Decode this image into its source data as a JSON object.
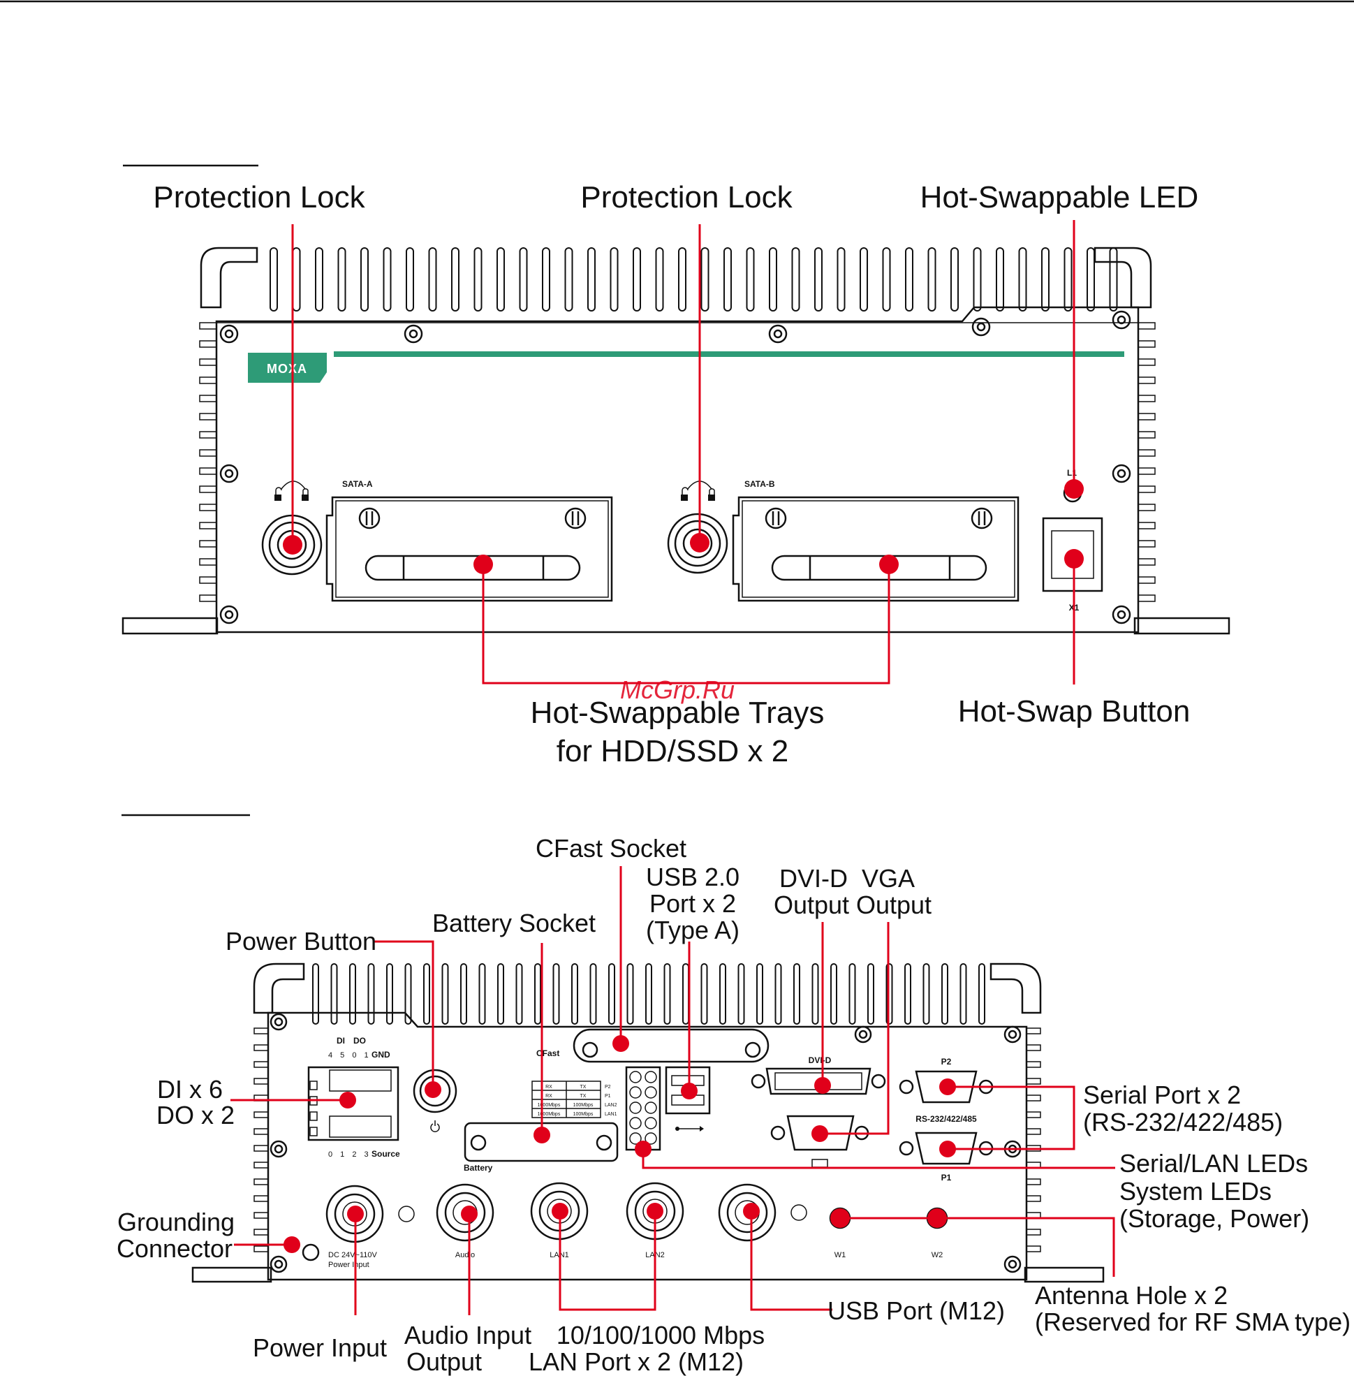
{
  "front_panel": {
    "labels": {
      "protection_lock_left": "Protection Lock",
      "protection_lock_right": "Protection Lock",
      "hot_swappable_led": "Hot-Swappable LED",
      "hot_swappable_trays_line1": "Hot-Swappable Trays",
      "hot_swappable_trays_line2": "for HDD/SSD x 2",
      "hot_swap_button": "Hot-Swap Button"
    },
    "device_text": {
      "logo": "MOXA",
      "sata_a": "SATA-A",
      "sata_b": "SATA-B",
      "led_l1": "L1",
      "button_x1": "X1"
    }
  },
  "watermark": "McGrp.Ru",
  "rear_panel": {
    "labels": {
      "cfast_socket": "CFast Socket",
      "usb20_line1": "USB 2.0",
      "usb20_line2": "Port x 2",
      "usb20_line3": "(Type A)",
      "dvi_line1": "DVI-D",
      "dvi_line2": "Output",
      "vga_line1": "VGA",
      "vga_line2": "Output",
      "battery_socket": "Battery Socket",
      "power_button": "Power Button",
      "di_line1": "DI x 6",
      "di_line2": "DO x 2",
      "serial_line1": "Serial Port x 2",
      "serial_line2": "(RS-232/422/485)",
      "serial_lan_leds": "Serial/LAN LEDs",
      "system_leds_line1": "System LEDs",
      "system_leds_line2": "(Storage, Power)",
      "grounding_line1": "Grounding",
      "grounding_line2": "Connector",
      "antenna_line1": "Antenna Hole x 2",
      "antenna_line2": "(Reserved for RF SMA type)",
      "usb_m12": "USB Port (M12)",
      "power_input": "Power Input",
      "audio_line1": "Audio Input",
      "audio_line2": "Output",
      "lan_line1": "10/100/1000 Mbps",
      "lan_line2": "LAN Port x 2 (M12)"
    },
    "device_text": {
      "di": "DI",
      "do": "DO",
      "di_pins_top": "4 5 0 1",
      "gnd": "GND",
      "di_pins_bottom": "0 1 2 3",
      "source": "Source",
      "cfast": "CFast",
      "battery": "Battery",
      "dvi_d": "DVI-D",
      "p2": "P2",
      "p1": "P1",
      "rs_label": "RS-232/422/485",
      "dc_line1": "DC 24V~110V",
      "dc_line2": "Power Input",
      "audio": "Audio",
      "lan1": "LAN1",
      "lan2": "LAN2",
      "w1": "W1",
      "w2": "W2",
      "led_table": [
        [
          "RX",
          "TX",
          "P2"
        ],
        [
          "RX",
          "TX",
          "P1"
        ],
        [
          "1000Mbps",
          "100Mbps",
          "LAN2"
        ],
        [
          "1000Mbps",
          "100Mbps",
          "LAN1"
        ]
      ]
    }
  },
  "colors": {
    "callout": "#e0001a",
    "stripe": "#2e9b77",
    "line": "#111111"
  }
}
